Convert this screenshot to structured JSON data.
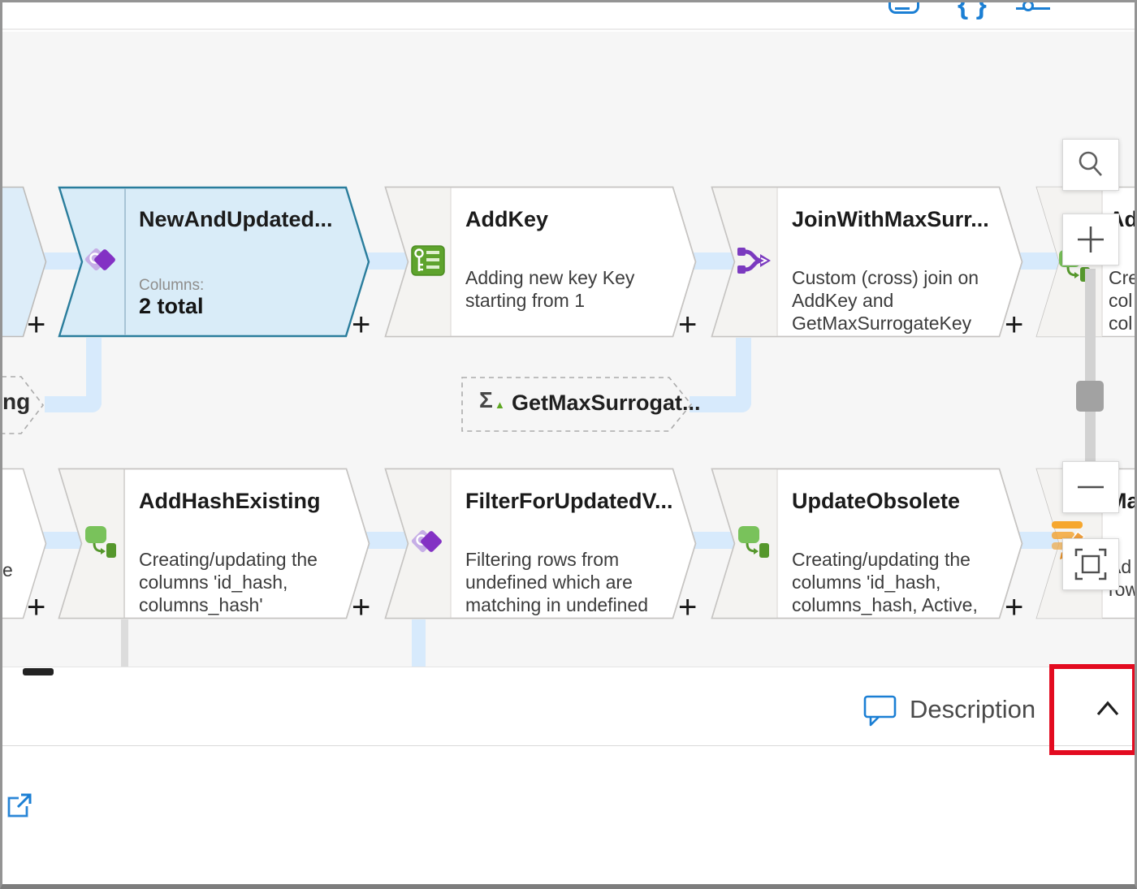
{
  "toolbar": {
    "braces_glyph": "{ }"
  },
  "glyphs": {
    "plus": "+",
    "sigma": "Σ",
    "triangle": "▲"
  },
  "colors": {
    "selected_fill": "#d9ecf8",
    "selected_border": "#2a7d9c",
    "node_border": "#c6c4c2",
    "connector_blue": "#d7eafc",
    "accent_blue": "#1b7fd4",
    "highlight_red": "#e30b20"
  },
  "nodes": {
    "new_and_updated": {
      "title": "NewAndUpdated...",
      "meta_label": "Columns:",
      "meta_value": "2 total"
    },
    "add_key": {
      "title": "AddKey",
      "desc": "Adding new key Key starting from 1"
    },
    "join_with_max_surr": {
      "title": "JoinWithMaxSurr...",
      "desc": "Custom (cross) join on AddKey and GetMaxSurrogateKey"
    },
    "right_top_partial": {
      "title": "Ad",
      "desc": "Cre\ncol\ncol\nM"
    },
    "left_mid_ghost": {
      "title": "ng"
    },
    "get_max_surrogate": {
      "title": "GetMaxSurrogat..."
    },
    "left_bottom_partial": {
      "text": "e"
    },
    "add_hash_existing": {
      "title": "AddHashExisting",
      "desc": "Creating/updating the columns 'id_hash, columns_hash'"
    },
    "filter_for_updated": {
      "title": "FilterForUpdatedV...",
      "desc": "Filtering rows from undefined which are matching in undefined based on columns"
    },
    "update_obsolete": {
      "title": "UpdateObsolete",
      "desc": "Creating/updating the columns 'id_hash, columns_hash, Active, ActiveEndTime'"
    },
    "right_bottom_partial": {
      "title": "Ma",
      "desc": "Ad\nrow"
    }
  },
  "description_panel": {
    "label": "Description"
  }
}
